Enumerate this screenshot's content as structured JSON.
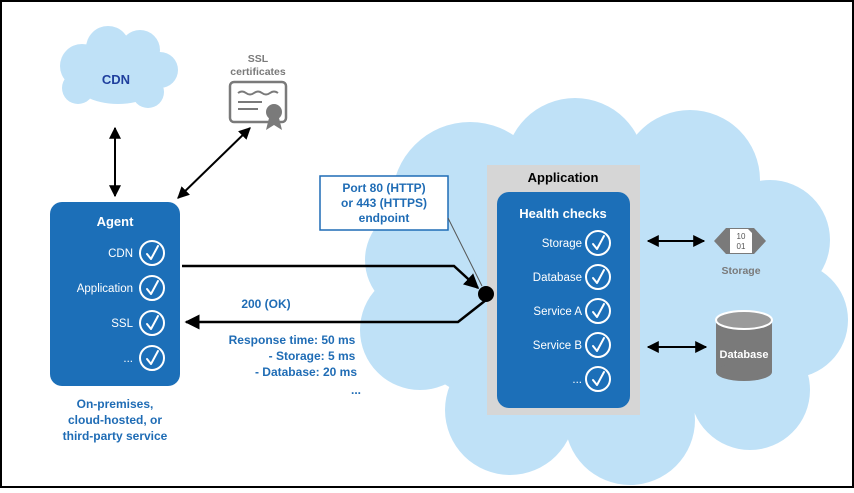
{
  "colors": {
    "cloud": "#bfe1f7",
    "box_blue": "#1c6fb8",
    "label_blue": "#1f6cb5",
    "cdn_text": "#1f3f9e",
    "gray_panel": "#d6d6d6",
    "gray_icon": "#7a7a7a",
    "arrow": "#000000"
  },
  "cdn": {
    "label": "CDN",
    "icon": "cloud-icon"
  },
  "ssl": {
    "label_line1": "SSL",
    "label_line2": "certificates",
    "icon": "certificate-icon"
  },
  "agent": {
    "title": "Agent",
    "checks": [
      "CDN",
      "Application",
      "SSL",
      "..."
    ],
    "check_icon": "check-circle-icon",
    "caption": [
      "On-premises,",
      "cloud-hosted, or",
      "third-party service"
    ]
  },
  "endpoint": {
    "lines": [
      "Port 80 (HTTP)",
      "or 443 (HTTPS)",
      "endpoint"
    ]
  },
  "response": {
    "status": "200 (OK)",
    "lines": [
      "Response time: 50 ms",
      "- Storage:  5 ms",
      "- Database: 20 ms",
      "..."
    ]
  },
  "application": {
    "title": "Application",
    "health_title": "Health checks",
    "checks": [
      "Storage",
      "Database",
      "Service A",
      "Service B",
      "..."
    ]
  },
  "storage": {
    "label": "Storage",
    "icon_text_top": "10",
    "icon_text_bottom": "01",
    "icon": "storage-icon"
  },
  "database": {
    "label": "Database",
    "icon": "database-icon"
  }
}
